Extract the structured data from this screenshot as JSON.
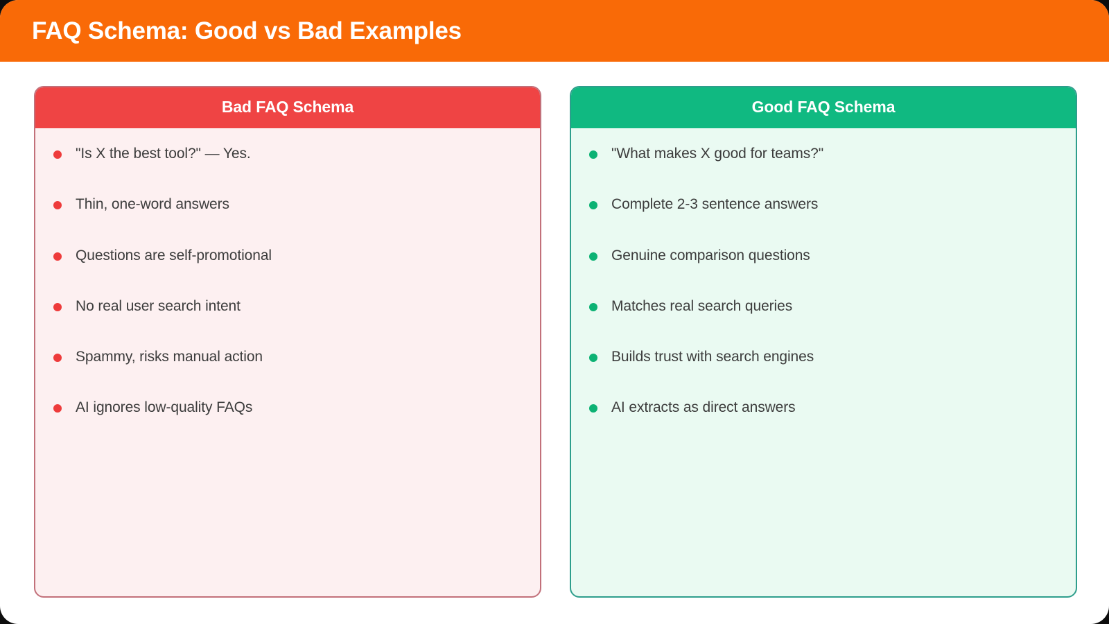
{
  "header": {
    "title": "FAQ Schema: Good vs Bad Examples",
    "background_color": "#f96a07",
    "text_color": "#ffffff"
  },
  "columns": [
    {
      "id": "bad",
      "title": "Bad FAQ Schema",
      "header_color": "#ef4444",
      "body_color": "#fdf0f1",
      "border_color": "#c2707a",
      "bullet_color": "#ee3b3b",
      "items": [
        "\"Is X the best tool?\" — Yes.",
        "Thin, one-word answers",
        "Questions are self-promotional",
        "No real user search intent",
        "Spammy, risks manual action",
        "AI ignores low-quality FAQs"
      ]
    },
    {
      "id": "good",
      "title": "Good FAQ Schema",
      "header_color": "#10b981",
      "body_color": "#eafaf2",
      "border_color": "#2e9e8c",
      "bullet_color": "#0cb274",
      "items": [
        "\"What makes X good for teams?\"",
        "Complete 2-3 sentence answers",
        "Genuine comparison questions",
        "Matches real search queries",
        "Builds trust with search engines",
        "AI extracts as direct answers"
      ]
    }
  ],
  "page": {
    "background_color": "#ffffff",
    "outer_background_color": "#0d0d0d",
    "text_color": "#3c3c3c"
  }
}
